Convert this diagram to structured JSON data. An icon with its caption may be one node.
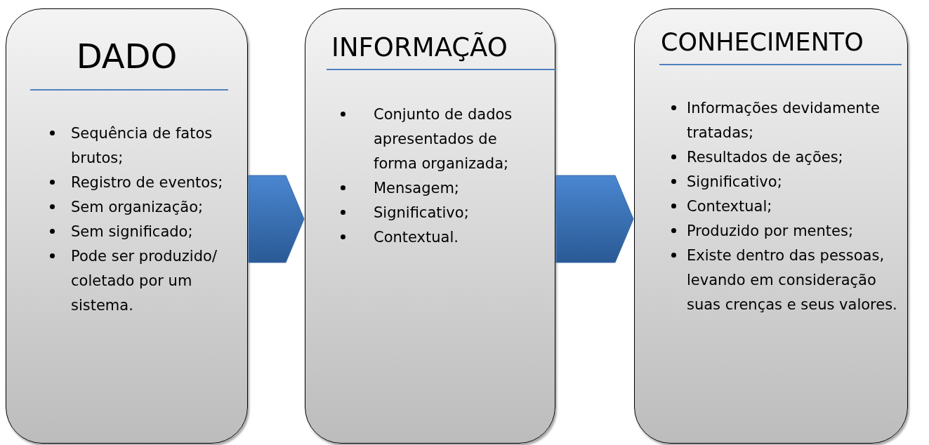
{
  "diagram": {
    "nodes": [
      {
        "text": [
          "DADO",
          "Sequência de fatos brutos;",
          "Registro de eventos;",
          "Sem organização;",
          "Sem significado;",
          "Pode ser produzido/ coletado por um sistema."
        ]
      },
      {
        "text": [
          "INFORMAÇÃO",
          "Conjunto de dados apresentados de forma organizada;",
          "Mensagem;",
          "Significativo;",
          "Contextual."
        ]
      },
      {
        "text": [
          "CONHECIMENTO",
          "Informações devidamente tratadas;",
          "Resultados de ações;",
          "Significativo;",
          "Contextual;",
          "Produzido por mentes;",
          "Existe dentro das pessoas, levando em consideração suas crenças e seus valores."
        ]
      }
    ],
    "edges": [
      {
        "from": 0,
        "to": 1,
        "arrow": "to"
      },
      {
        "from": 1,
        "to": 2,
        "arrow": "to"
      }
    ]
  }
}
